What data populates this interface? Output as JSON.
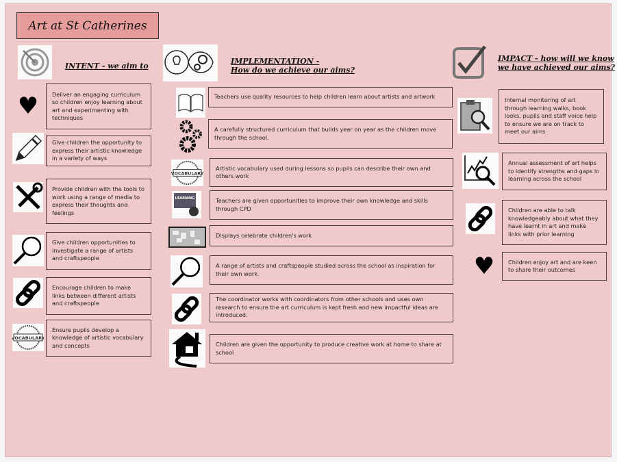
{
  "title": "Art at St Catherines",
  "intent": {
    "heading": "INTENT - we aim to",
    "items": [
      {
        "icon": "heart-icon",
        "text": "Deliver an engaging curriculum so children enjoy learning about art and experimenting with techniques"
      },
      {
        "icon": "pencil-icon",
        "text": "Give children the opportunity to express their artistic knowledge in a variety of ways"
      },
      {
        "icon": "tools-icon",
        "text": "Provide children with the tools to work using a range of media to express their thoughts and feelings"
      },
      {
        "icon": "magnifier-icon",
        "text": "Give children opportunities to investigate a range of artists and craftspeople"
      },
      {
        "icon": "link-icon",
        "text": "Encourage children to make links between different artists and craftspeople"
      },
      {
        "icon": "vocabulary-stamp-icon",
        "text": "Ensure pupils develop a knowledge of artistic vocabulary and concepts"
      }
    ]
  },
  "implementation": {
    "heading_line1": "IMPLEMENTATION -",
    "heading_line2": "How do we achieve our aims?",
    "items": [
      {
        "icon": "book-icon",
        "text": "Teachers use quality resources to help children learn about artists and artwork"
      },
      {
        "icon": "gears-icon",
        "text": "A carefully structured curriculum that builds year on year as the children move through the school."
      },
      {
        "icon": "vocabulary-stamp-icon",
        "text": "Artistic vocabulary used during lessons so pupils can describe their own and others work"
      },
      {
        "icon": "learning-board-icon",
        "text": "Teachers are given opportunities to improve their own knowledge and skills through CPD"
      },
      {
        "icon": "display-board-icon",
        "text": "Displays celebrate children's work"
      },
      {
        "icon": "magnifier-icon",
        "text": "A range of artists and craftspeople studied across the school as inspiration for their own work."
      },
      {
        "icon": "link-icon",
        "text": "The coordinator works  with coordinators from other schools and uses own research to ensure the art curriculum is kept fresh and new impactful ideas are introduced."
      },
      {
        "icon": "house-icon",
        "text": "Children are given the opportunity to produce creative work at home to share at school"
      }
    ]
  },
  "impact": {
    "heading_line1": "IMPACT - how will we know",
    "heading_line2": "we have achieved our aims?",
    "items": [
      {
        "icon": "clipboard-search-icon",
        "text": "Internal monitoring of art through learning walks, book looks, pupils and staff voice help to ensure we are on track to meet our aims"
      },
      {
        "icon": "chart-search-icon",
        "text": "Annual assessment of art helps to identify strengths and gaps in learning across the school"
      },
      {
        "icon": "link-icon",
        "text": "Children are able to talk knowledgeably about what they have learnt in art and make links with prior learning"
      },
      {
        "icon": "heart-icon",
        "text": "Children enjoy art and are keen to share their outcomes"
      }
    ]
  },
  "labels": {
    "learning": "LEARNING",
    "vocabulary": "VOCABULARY"
  },
  "colors": {
    "background": "#f0cacb",
    "title_fill": "#e69c9b",
    "border": "#4a3a3a"
  }
}
